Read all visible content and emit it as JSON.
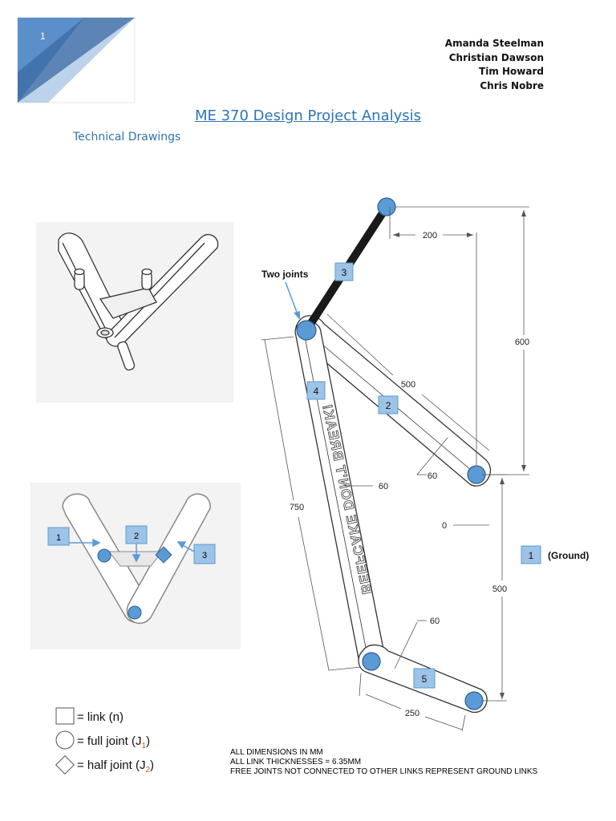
{
  "page_number": "1",
  "authors": [
    "Amanda Steelman",
    "Christian Dawson",
    "Tim Howard",
    "Chris Nobre"
  ],
  "title": "ME 370 Design Project Analysis",
  "section_heading": "Technical Drawings",
  "icon_sketch": {
    "box_labels": [
      "1",
      "2",
      "3"
    ]
  },
  "main_drawing": {
    "two_joints_label": "Two joints",
    "link_labels": [
      "3",
      "4",
      "2",
      "5",
      "1"
    ],
    "ground_label": "(Ground)",
    "dimensions": [
      "200",
      "600",
      "500",
      "60",
      "750",
      "60",
      "0",
      "500",
      "60",
      "250"
    ],
    "link4_engraving": "BEEFCAKE DON'T BREAK!"
  },
  "legend": {
    "link": "= link (n)",
    "full_joint_prefix": "= full joint (J",
    "full_joint_sub": "1",
    "half_joint_prefix": "= half joint (J",
    "half_joint_sub": "2",
    "close_paren": ")"
  },
  "notes": [
    "ALL DIMENSIONS IN MM",
    "ALL LINK THICKNESSES = 6.35MM",
    "FREE JOINTS NOT CONNECTED TO OTHER LINKS REPRESENT GROUND LINKS"
  ],
  "colors": {
    "accent_blue": "#2e74b5",
    "joint_blue": "#5b9bd5",
    "label_box": "#9dc3e6",
    "corner_dark": "#3f6fa8",
    "corner_light": "#7fa9d6"
  }
}
